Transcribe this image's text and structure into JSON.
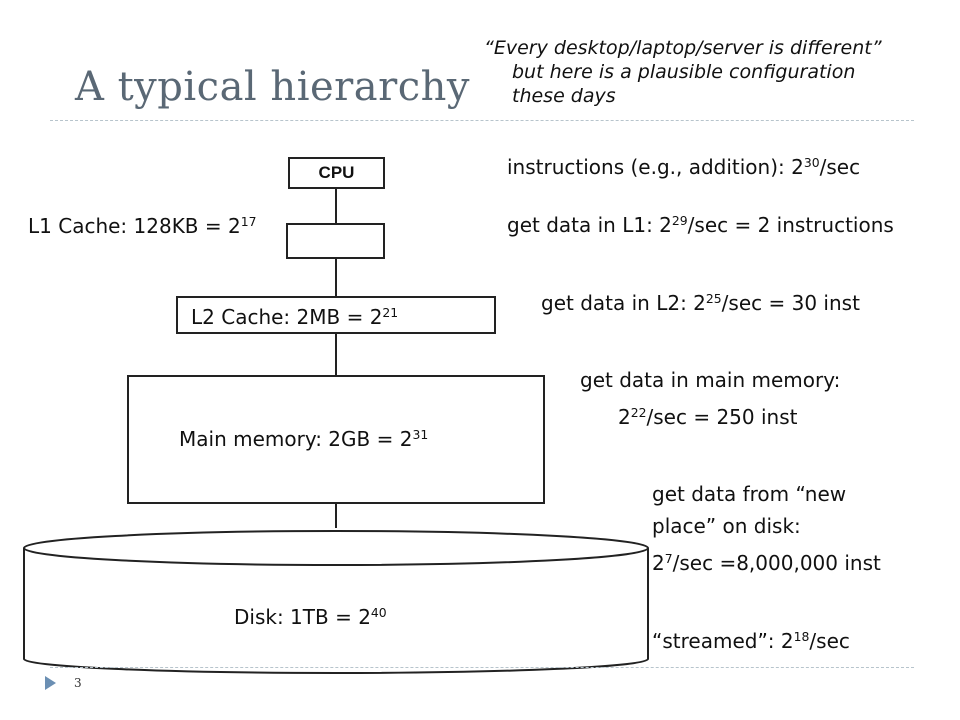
{
  "slide": {
    "title": "A typical hierarchy",
    "page_number": "3",
    "quote": {
      "line1": "“Every desktop/laptop/server is different”",
      "line2": "but here is a plausible configuration",
      "line3": "these days"
    }
  },
  "diagram": {
    "cpu_label": "CPU",
    "l1": {
      "text": "L1 Cache: 128KB = 2",
      "exp": "17"
    },
    "l2": {
      "text": "L2 Cache: 2MB = 2",
      "exp": "21"
    },
    "main": {
      "text": "Main memory: 2GB = 2",
      "exp": "31"
    },
    "disk": {
      "text": "Disk: 1TB = 2",
      "exp": "40"
    }
  },
  "annotations": {
    "instr": {
      "pre": "instructions (e.g., addition): 2",
      "exp": "30",
      "post": "/sec"
    },
    "l1": {
      "pre": "get data in L1: 2",
      "exp": "29",
      "post": "/sec = 2 instructions"
    },
    "l2": {
      "pre": "get data in L2: 2",
      "exp": "25",
      "post": "/sec = 30 inst"
    },
    "mem_line1": "get data in main memory:",
    "mem_line2": {
      "pre": "2",
      "exp": "22",
      "post": "/sec = 250 inst"
    },
    "disk_line1": "get data from “new",
    "disk_line2": "place” on disk:",
    "disk_line3": {
      "pre": "2",
      "exp": "7",
      "post": "/sec =8,000,000 inst"
    },
    "stream": {
      "pre": "“streamed”: 2",
      "exp": "18",
      "post": "/sec"
    }
  }
}
